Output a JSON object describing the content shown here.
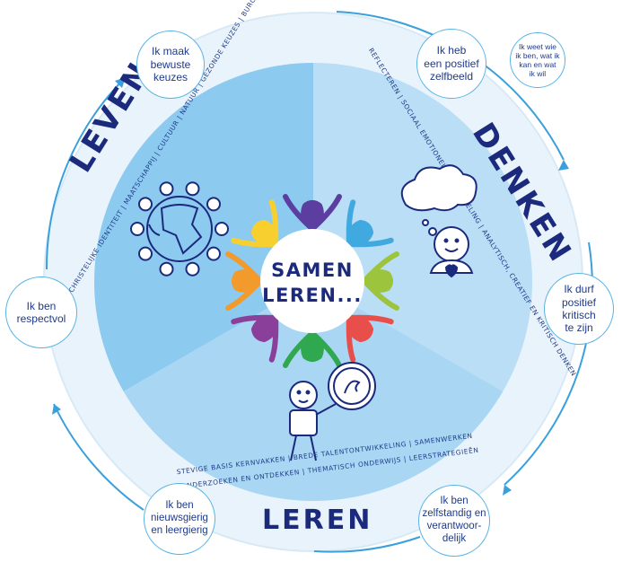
{
  "sectors": {
    "leven": {
      "title": "LEVEN",
      "tags": "CHRISTELIJKE IDENTITEIT | MAATSCHAPPIJ | CULTUUR | NATUUR | GEZONDE KEUZES | BURGERSCHAP"
    },
    "denken": {
      "title": "DENKEN",
      "tags": "REFLECTEREN | SOCIAAL EMOTIONELE ONTWIKKELING | ANALYTISCH, CREATIEF EN KRITISCH DENKEN"
    },
    "leren": {
      "title": "LEREN",
      "tags_line1": "STEVIGE BASIS KERNVAKKEN | BREDE TALENTONTWIKKELING | SAMENWERKEN",
      "tags_line2": "ONDERZOEKEN EN ONTDEKKEN | THEMATISCH ONDERWIJS | LEERSTRATEGIEËN"
    }
  },
  "center": {
    "line1": "SAMEN",
    "line2": "LEREN..."
  },
  "bubbles": {
    "keuzes": "Ik maak\nbewuste\nkeuzes",
    "zelfbeeld": "Ik heb\neen positief\nzelfbeeld",
    "weet": "Ik weet wie\nik ben, wat ik\nkan en wat\nik wil",
    "kritisch": "Ik durf\npositief\nkritisch\nte zijn",
    "zelfstandig": "Ik ben\nzelfstandig en\nverantwoor-\ndelijk",
    "nieuwsgierig": "Ik ben\nnieuwsgierig\nen leergierig",
    "respectvol": "Ik ben\nrespectvol"
  },
  "colors": {
    "navy": "#1b2a7c",
    "ring": "#e9f3fb",
    "sector_leven": "#8ccaf0",
    "sector_denken": "#b9def5",
    "sector_leren": "#a8d6f3",
    "arrow": "#3aa0dc",
    "petals": [
      "#5b3ea0",
      "#3fa9e0",
      "#9cc43c",
      "#e94f4a",
      "#2fa84f",
      "#8a3f9a",
      "#f39a2c",
      "#f7d02f"
    ]
  },
  "icons": [
    "globe-people-icon",
    "thinking-person-icon",
    "magnifier-person-icon"
  ]
}
